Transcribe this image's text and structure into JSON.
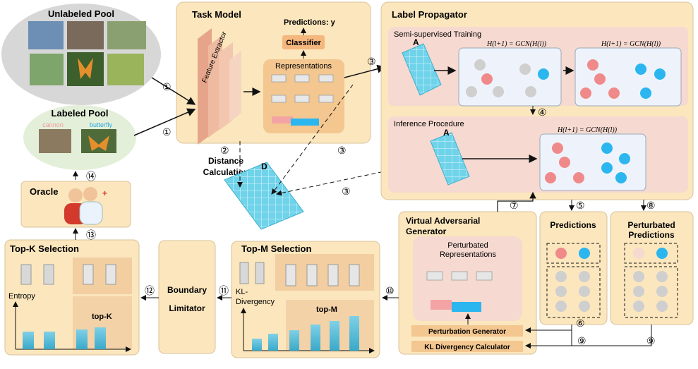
{
  "pools": {
    "unlabeled_title": "Unlabeled Pool",
    "labeled_title": "Labeled Pool",
    "label_cannon": "cannon",
    "label_butterfly": "butterfly"
  },
  "oracle": {
    "title": "Oracle"
  },
  "task_model": {
    "title": "Task Model",
    "feature_extractor": "Feature Extractor",
    "predictions": "Predictions: y",
    "classifier": "Classifier",
    "representations": "Representations"
  },
  "distance": {
    "label_line1": "Distance",
    "label_line2": "Calculation",
    "matrix_label": "D"
  },
  "label_propagator": {
    "title": "Label Propagator",
    "semi_supervised": "Semi-supervised Training",
    "inference": "Inference Procedure",
    "matrix_label": "A",
    "gcn_formula": "H(l+1) = GCN(H(l))"
  },
  "vag": {
    "title_line1": "Virtual Adversarial",
    "title_line2": "Generator",
    "perturbated_line1": "Perturbated",
    "perturbated_line2": "Representations",
    "perturbation_generator": "Perturbation Generator",
    "kl_calculator": "KL Divergency Calculator"
  },
  "predictions_panel": {
    "title": "Predictions"
  },
  "perturbated_panel": {
    "title_line1": "Perturbated",
    "title_line2": "Predictions"
  },
  "top_m": {
    "title": "Top-M Selection",
    "axis_label_line1": "KL-",
    "axis_label_line2": "Divergency",
    "highlight": "top-M"
  },
  "boundary": {
    "line1": "Boundary",
    "line2": "Limitator"
  },
  "top_k": {
    "title": "Top-K Selection",
    "axis_label": "Entropy",
    "highlight": "top-K"
  },
  "steps": [
    "①",
    "①",
    "②",
    "③",
    "③",
    "③",
    "④",
    "⑤",
    "⑥",
    "⑦",
    "⑧",
    "⑨",
    "⑨",
    "⑩",
    "⑪",
    "⑫",
    "⑬",
    "⑭"
  ],
  "colors": {
    "panel": "#fbe6bd",
    "panel_stroke": "#d9c39b",
    "pink": "#f6d9d0",
    "teal": "#5bc7e8",
    "red_node": "#f08a8a",
    "blue_node": "#2bb6ef",
    "gray_node": "#cfcfcf"
  }
}
